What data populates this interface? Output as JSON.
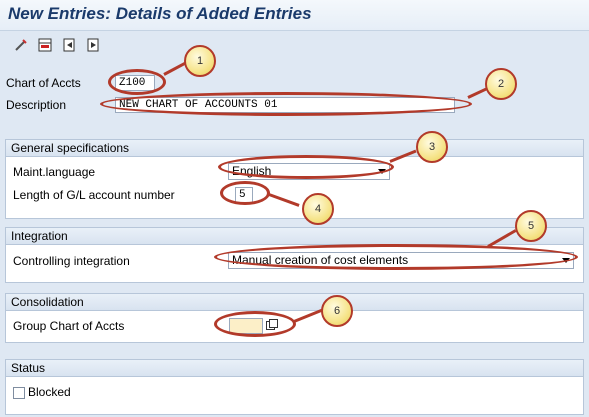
{
  "window": {
    "title": "New Entries: Details of Added Entries"
  },
  "toolbar": {
    "items": [
      {
        "icon": "edit-pencil-icon"
      },
      {
        "icon": "delete-row-icon"
      },
      {
        "icon": "previous-entry-icon"
      },
      {
        "icon": "next-entry-icon"
      }
    ]
  },
  "header": {
    "chart_of_accts_label": "Chart of Accts",
    "chart_of_accts_value": "Z100",
    "description_label": "Description",
    "description_value": "NEW CHART OF ACCOUNTS 01"
  },
  "general": {
    "title": "General specifications",
    "maint_language_label": "Maint.language",
    "maint_language_value": "English",
    "gl_length_label": "Length of G/L account number",
    "gl_length_value": "5"
  },
  "integration": {
    "title": "Integration",
    "controlling_label": "Controlling integration",
    "controlling_value": "Manual creation of cost elements"
  },
  "consolidation": {
    "title": "Consolidation",
    "group_chart_label": "Group Chart of Accts",
    "group_chart_value": ""
  },
  "status": {
    "title": "Status",
    "blocked_label": "Blocked",
    "blocked_checked": false
  },
  "callouts": [
    "1",
    "2",
    "3",
    "4",
    "5",
    "6"
  ],
  "colors": {
    "annotation": "#b23a2a",
    "badge": "#f6e48a",
    "title": "#1a3a6b"
  }
}
